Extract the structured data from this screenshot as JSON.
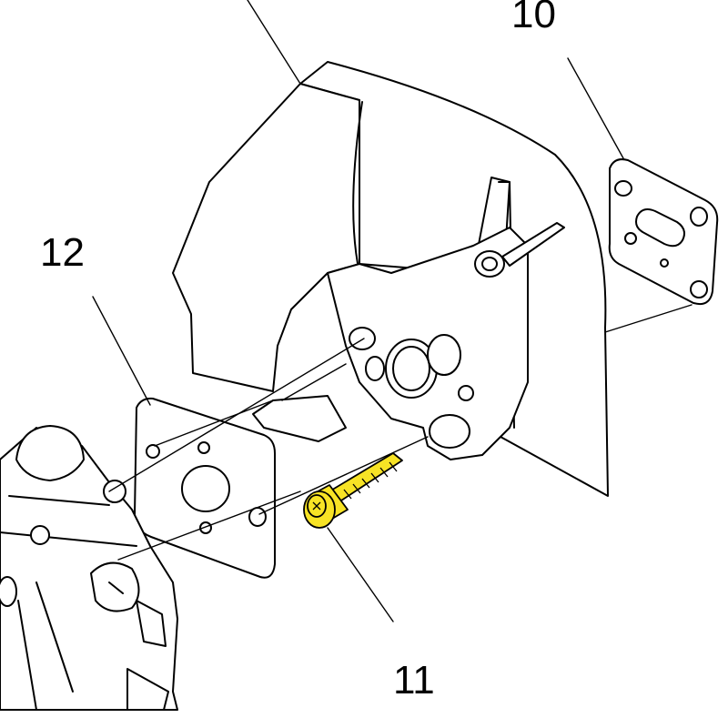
{
  "diagram": {
    "callouts": {
      "part_10": "10",
      "part_11": "11",
      "part_12": "12"
    },
    "colors": {
      "highlight": "#f7e325",
      "line": "#000000",
      "background": "#ffffff"
    }
  }
}
